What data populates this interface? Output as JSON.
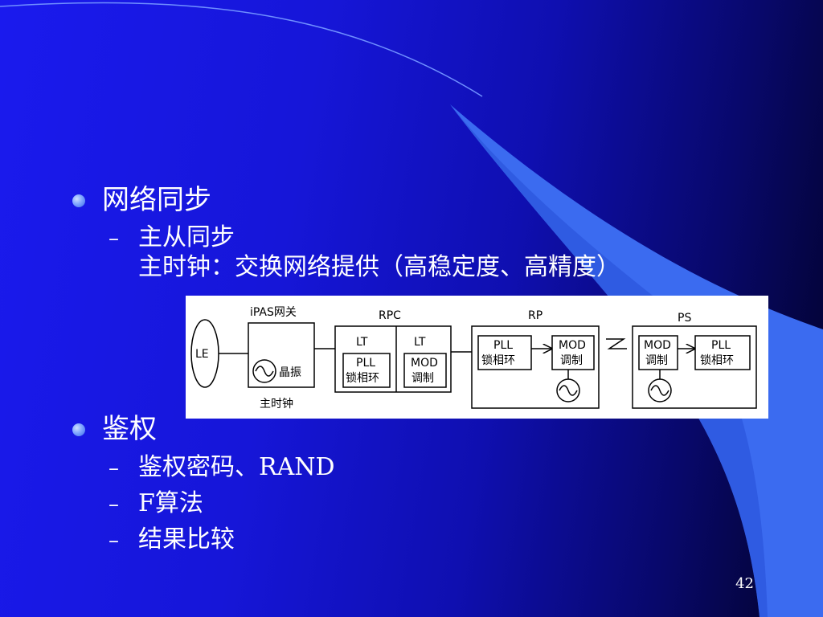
{
  "slide": {
    "bullets": [
      {
        "text": "网络同步",
        "subitems": [
          {
            "line1": "主从同步",
            "line2": "主时钟：交换网络提供（高稳定度、高精度）"
          }
        ]
      },
      {
        "text": "鉴权",
        "subitems": [
          {
            "line1": "鉴权密码、RAND"
          },
          {
            "line1": "F算法"
          },
          {
            "line1": "结果比较"
          }
        ]
      }
    ],
    "dash_glyph": "–",
    "page_number": "42"
  },
  "diagram": {
    "labels": {
      "le": "LE",
      "ipas": "iPAS网关",
      "rpc": "RPC",
      "rp": "RP",
      "ps": "PS",
      "crystal": "晶振",
      "master_clock": "主时钟",
      "lt1": "LT",
      "lt2": "LT",
      "pll1_top": "PLL",
      "pll1_bottom": "锁相环",
      "mod1_top": "MOD",
      "mod1_bottom": "调制",
      "rp_pll_top": "PLL",
      "rp_pll_bottom": "锁相环",
      "rp_mod_top": "MOD",
      "rp_mod_bottom": "调制",
      "ps_mod_top": "MOD",
      "ps_mod_bottom": "调制",
      "ps_pll_top": "PLL",
      "ps_pll_bottom": "锁相环"
    }
  },
  "colors": {
    "background_main": "#1616d8",
    "background_edge": "#020226",
    "accent_curve": "#3b6bf0",
    "text": "#ffffff"
  }
}
